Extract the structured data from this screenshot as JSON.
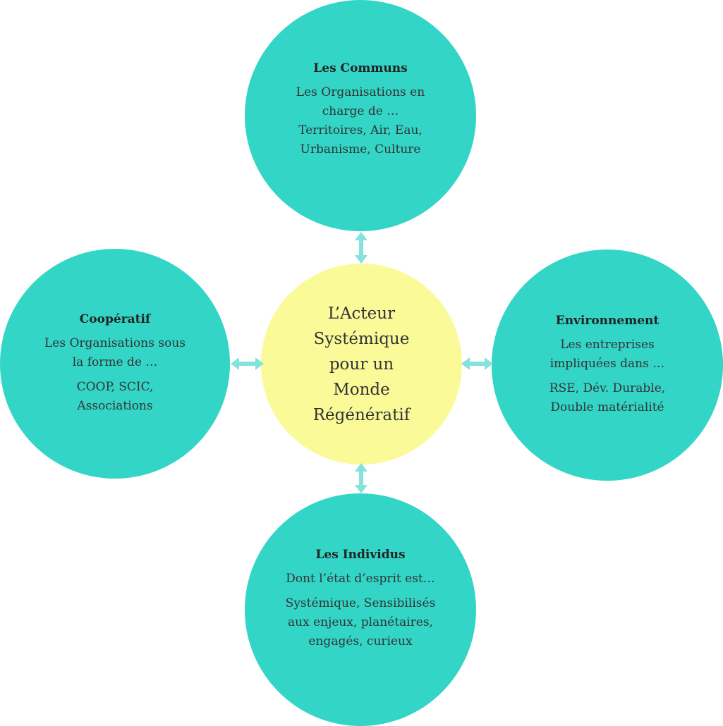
{
  "center": {
    "lines": [
      "L’Acteur",
      "Systémique",
      "pour un",
      "Monde",
      "Régénératif"
    ]
  },
  "top": {
    "title": "Les Communs",
    "group1": [
      "Les Organisations en",
      "charge de …",
      "Territoires, Air, Eau,",
      "Urbanisme, Culture"
    ]
  },
  "left": {
    "title": "Coopératif",
    "group1": [
      "Les Organisations sous",
      "la forme de …"
    ],
    "group2": [
      "COOP, SCIC,",
      "Associations"
    ]
  },
  "right": {
    "title": "Environnement",
    "group1": [
      "Les entreprises",
      "impliquées dans …"
    ],
    "group2": [
      "RSE, Dév. Durable,",
      "Double matérialité"
    ]
  },
  "bottom": {
    "title": "Les Individus",
    "group1": [
      "Dont l’état d’esprit est…"
    ],
    "group2": [
      "Systémique, Sensibilisés",
      "aux enjeux, planétaires,",
      "engagés, curieux"
    ]
  },
  "colors": {
    "outer_circle": "#32d5c6",
    "center_circle": "#fafa99",
    "arrow": "#84e3da"
  }
}
